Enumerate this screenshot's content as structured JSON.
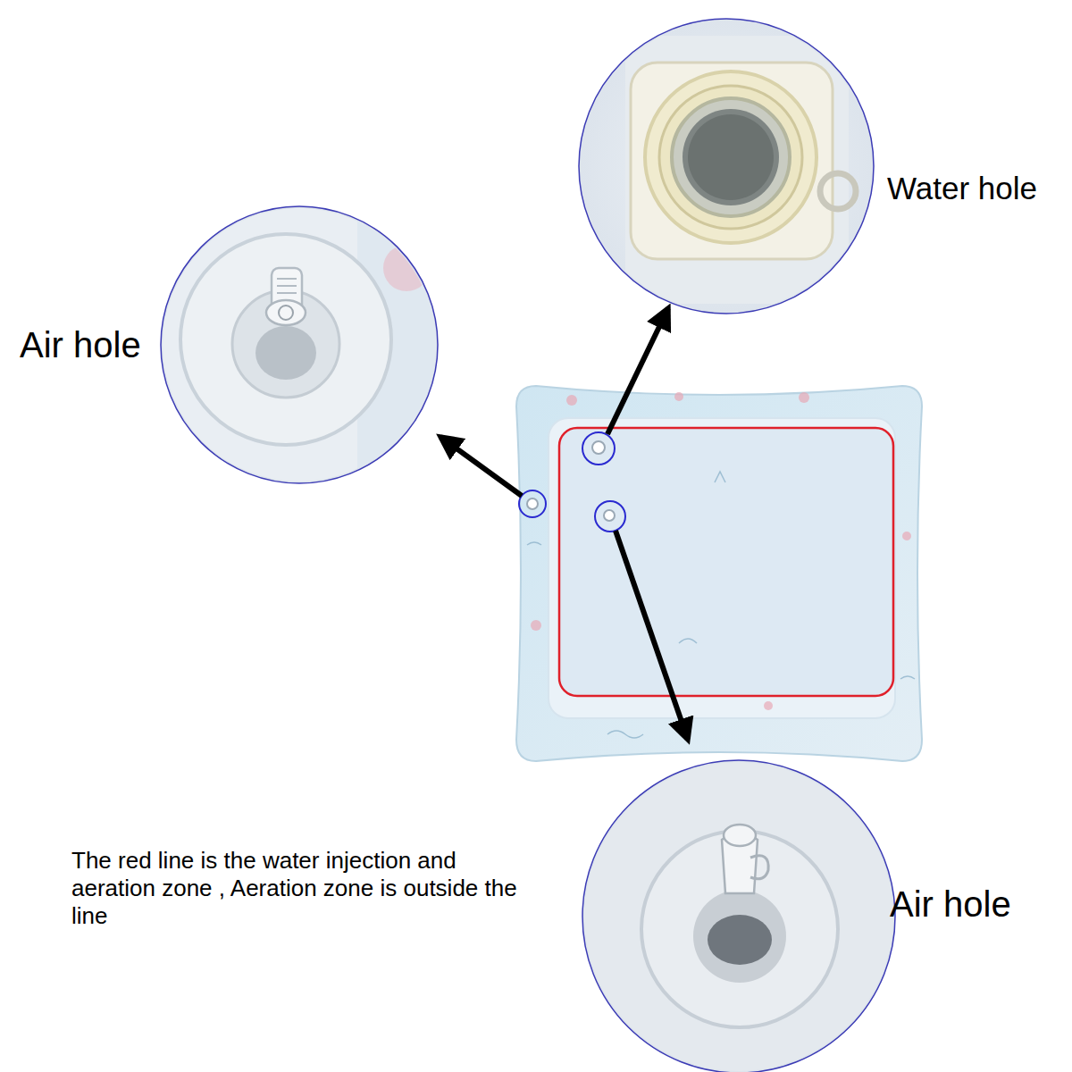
{
  "diagram": {
    "labels": [
      "Air hole",
      "Water hole",
      "Air hole",
      "The red line is the water injection and aeration zone , Aeration zone is outside the line"
    ]
  }
}
